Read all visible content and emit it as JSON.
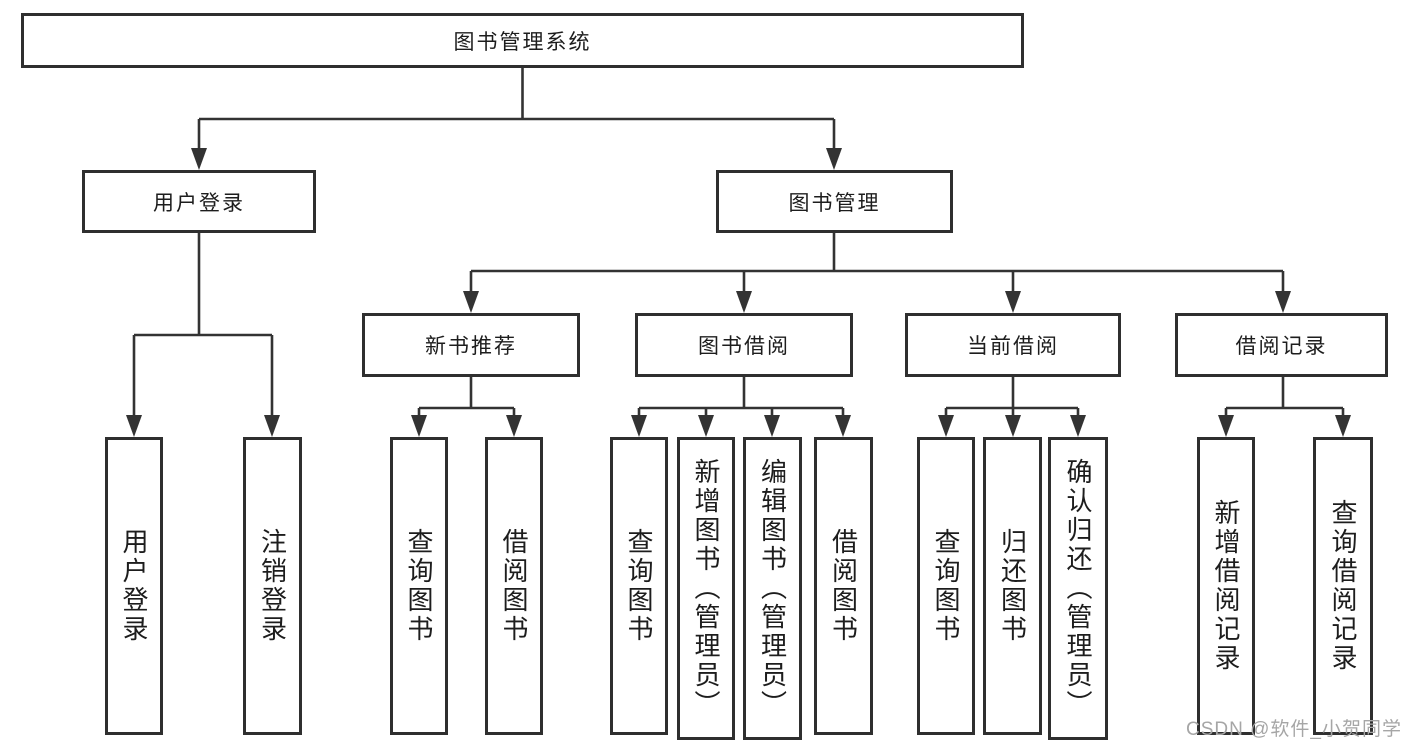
{
  "diagram_type": "hierarchy-tree",
  "colors": {
    "line": "#333333",
    "box_border": "#2f2f2f",
    "text": "#1d1d1d",
    "watermark": "#a6a6a6",
    "background": "#ffffff"
  },
  "tree": {
    "root": {
      "label": "图书管理系统",
      "children": [
        {
          "label": "用户登录",
          "children": [
            {
              "label": "用户登录"
            },
            {
              "label": "注销登录"
            }
          ]
        },
        {
          "label": "图书管理",
          "children": [
            {
              "label": "新书推荐",
              "children": [
                {
                  "label": "查询图书"
                },
                {
                  "label": "借阅图书"
                }
              ]
            },
            {
              "label": "图书借阅",
              "children": [
                {
                  "label": "查询图书"
                },
                {
                  "label": "新增图书（管理员）"
                },
                {
                  "label": "编辑图书（管理员）"
                },
                {
                  "label": "借阅图书"
                }
              ]
            },
            {
              "label": "当前借阅",
              "children": [
                {
                  "label": "查询图书"
                },
                {
                  "label": "归还图书"
                },
                {
                  "label": "确认归还（管理员）"
                }
              ]
            },
            {
              "label": "借阅记录",
              "children": [
                {
                  "label": "新增借阅记录"
                },
                {
                  "label": "查询借阅记录"
                }
              ]
            }
          ]
        }
      ]
    }
  },
  "watermark": {
    "text": "CSDN @软件_小贺同学"
  }
}
